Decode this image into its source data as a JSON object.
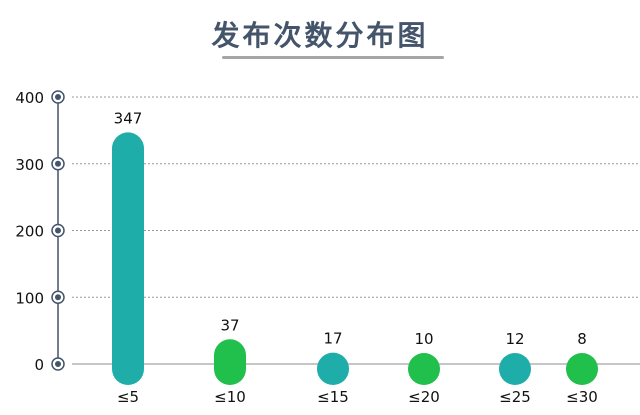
{
  "chart_data": {
    "type": "bar",
    "title": "发布次数分布图",
    "xlabel": "",
    "ylabel": "",
    "categories": [
      "≤5",
      "≤10",
      "≤15",
      "≤20",
      "≤25",
      "≤30"
    ],
    "values": [
      347,
      37,
      17,
      10,
      12,
      8
    ],
    "ylim": [
      0,
      400
    ],
    "yticks": [
      "0",
      "100",
      "200",
      "300",
      "400"
    ],
    "ytick_values": [
      0,
      100,
      200,
      300,
      400
    ],
    "grid": true,
    "colors": [
      "#1fada9",
      "#21bf4b",
      "#1fada9",
      "#21bf4b",
      "#1fada9",
      "#21bf4b"
    ],
    "axis_color": "#44546a"
  }
}
